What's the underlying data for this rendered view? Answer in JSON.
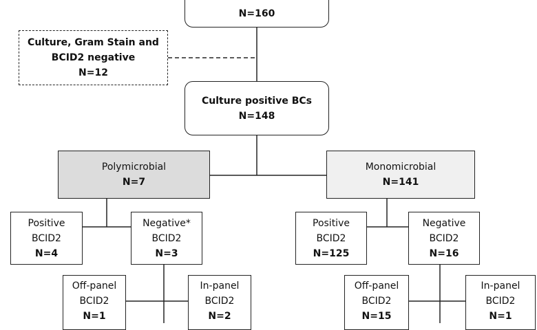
{
  "colors": {
    "stroke": "#222222",
    "polymicrobial_fill": "#dcdcdc",
    "monomicrobial_fill": "#f0f0f0"
  },
  "top": {
    "n": "N=160"
  },
  "excluded": {
    "line1": "Culture, Gram Stain and",
    "line2": "BCID2 negative",
    "n": "N=12"
  },
  "culture_positive": {
    "label": "Culture positive BCs",
    "n": "N=148"
  },
  "polymicrobial": {
    "label": "Polymicrobial",
    "n": "N=7",
    "positive": {
      "line1": "Positive",
      "line2": "BCID2",
      "n": "N=4"
    },
    "negative": {
      "line1": "Negative*",
      "line2": "BCID2",
      "n": "N=3"
    },
    "off_panel": {
      "line1": "Off-panel",
      "line2": "BCID2",
      "n": "N=1"
    },
    "in_panel": {
      "line1": "In-panel",
      "line2": "BCID2",
      "n": "N=2"
    }
  },
  "monomicrobial": {
    "label": "Monomicrobial",
    "n": "N=141",
    "positive": {
      "line1": "Positive",
      "line2": "BCID2",
      "n": "N=125"
    },
    "negative": {
      "line1": "Negative",
      "line2": "BCID2",
      "n": "N=16"
    },
    "off_panel": {
      "line1": "Off-panel",
      "line2": "BCID2",
      "n": "N=15"
    },
    "in_panel": {
      "line1": "In-panel",
      "line2": "BCID2",
      "n": "N=1"
    }
  }
}
